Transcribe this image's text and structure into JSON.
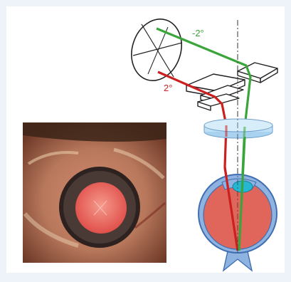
{
  "labels": {
    "green_angle": "-2°",
    "red_angle": "2°"
  },
  "colors": {
    "background": "#eef3fa",
    "panel": "#ffffff",
    "green_beam": "#3aa53a",
    "red_beam": "#cc1f1f",
    "lens_fill": "#bfe0f5",
    "eye_fill": "#e0655a",
    "eye_outline": "#3f6fb2",
    "sclera_blue": "#8eb3e0",
    "cornea": "#25b6d2",
    "photo_pupil": "#e85b57",
    "photo_iris": "#3a2b29"
  },
  "icons": {
    "mirror": "rotating-mirror-icon",
    "prisms": "prism-icon",
    "lens": "lens-icon",
    "eye": "eye-cross-section-icon",
    "photo": "eye-fundus-photo"
  }
}
